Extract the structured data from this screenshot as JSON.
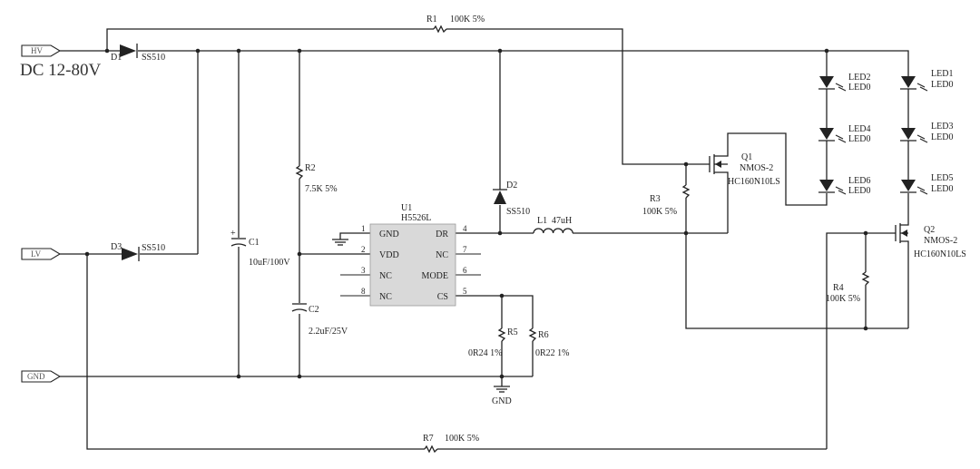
{
  "title": "DC 12-80V",
  "ports": {
    "hv": "HV",
    "lv": "LV",
    "gnd": "GND"
  },
  "ic": {
    "ref": "U1",
    "part": "H5526L",
    "left_pins": [
      {
        "num": "1",
        "name": "GND"
      },
      {
        "num": "2",
        "name": "VDD"
      },
      {
        "num": "3",
        "name": "NC"
      },
      {
        "num": "8",
        "name": "NC"
      }
    ],
    "right_pins": [
      {
        "num": "4",
        "name": "DR"
      },
      {
        "num": "7",
        "name": "NC"
      },
      {
        "num": "6",
        "name": "MODE"
      },
      {
        "num": "5",
        "name": "CS"
      }
    ]
  },
  "components": {
    "d1": {
      "ref": "D1",
      "value": "SS510"
    },
    "d2": {
      "ref": "D2",
      "value": "SS510"
    },
    "d3": {
      "ref": "D3",
      "value": "SS510"
    },
    "r1": {
      "ref": "R1",
      "value": "100K  5%"
    },
    "r2": {
      "ref": "R2",
      "value": "7.5K  5%"
    },
    "r3": {
      "ref": "R3",
      "value": "100K  5%"
    },
    "r4": {
      "ref": "R4",
      "value": "100K  5%"
    },
    "r5": {
      "ref": "R5",
      "value": "0R24  1%"
    },
    "r6": {
      "ref": "R6",
      "value": "0R22  1%"
    },
    "r7": {
      "ref": "R7",
      "value": "100K  5%"
    },
    "c1": {
      "ref": "C1",
      "value": "10uF/100V"
    },
    "c2": {
      "ref": "C2",
      "value": "2.2uF/25V"
    },
    "l1": {
      "ref": "L1",
      "value": "47uH"
    },
    "q1": {
      "ref": "Q1",
      "type": "NMOS-2",
      "part": "HC160N10LS"
    },
    "q2": {
      "ref": "Q2",
      "type": "NMOS-2",
      "part": "HC160N10LS"
    },
    "gnd_symbol": "GND"
  },
  "leds": [
    {
      "ref": "LED1",
      "value": "LED0"
    },
    {
      "ref": "LED2",
      "value": "LED0"
    },
    {
      "ref": "LED3",
      "value": "LED0"
    },
    {
      "ref": "LED4",
      "value": "LED0"
    },
    {
      "ref": "LED5",
      "value": "LED0"
    },
    {
      "ref": "LED6",
      "value": "LED0"
    }
  ]
}
